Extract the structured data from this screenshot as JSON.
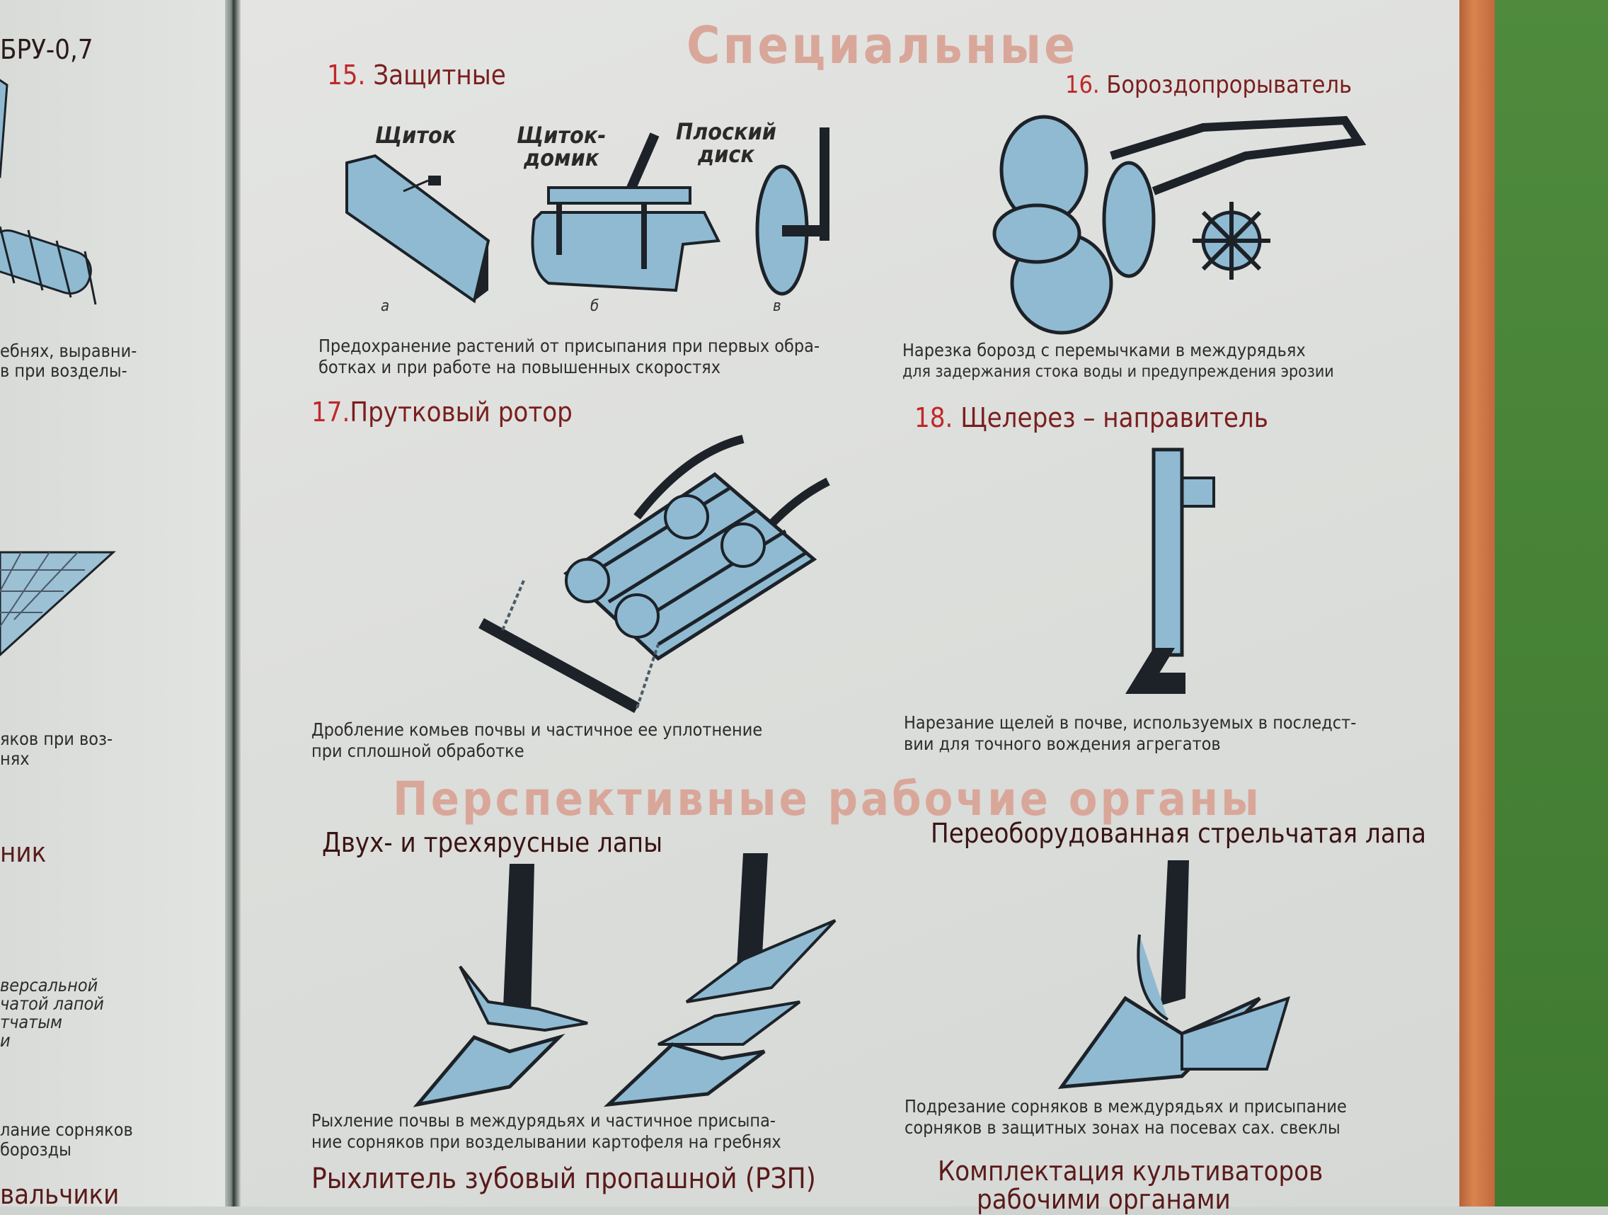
{
  "left_panel": {
    "title_fragment": "БРУ-0,7",
    "text1": [
      "ебнях, выравни-",
      "в при возделы-"
    ],
    "text2": [
      "яков при воз-",
      "нях"
    ],
    "heading_fragment": "ник",
    "text3": [
      "версальной",
      "чатой лапой",
      "тчатым",
      "и"
    ],
    "text4": [
      "лание сорняков",
      "борозды"
    ],
    "bottom_fragment": "вальчики"
  },
  "poster": {
    "section_title": "Специальные",
    "item15": {
      "number": "15.",
      "title": "Защитные",
      "parts": [
        {
          "label": "Щиток",
          "letter": "а"
        },
        {
          "label": "Щиток-\nдомик",
          "letter": "б"
        },
        {
          "label": "Плоский\nдиск",
          "letter": "в"
        }
      ],
      "description": [
        "Предохранение растений от присыпания при первых обра-",
        "ботках и при работе на повышенных скоростях"
      ]
    },
    "item16": {
      "number": "16.",
      "title": "Бороздопрорыватель",
      "description": [
        "Нарезка борозд с перемычками в междурядьях",
        "для задержания стока воды и предупреждения эрозии"
      ]
    },
    "item17": {
      "number": "17.",
      "title": "Прутковый ротор",
      "description": [
        "Дробление комьев почвы и частичное ее уплотнение",
        "при сплошной обработке"
      ]
    },
    "item18": {
      "number": "18.",
      "title": "Щелерез – направитель",
      "description": [
        "Нарезание щелей в почве, используемых в последст-",
        "вии для точного вождения агрегатов"
      ]
    },
    "section2_title": "Перспективные рабочие органы",
    "tiered": {
      "title": "Двух- и трехярусные лапы",
      "description": [
        "Рыхление почвы в междурядьях и частичное присыпа-",
        "ние сорняков при возделывании картофеля на гребнях"
      ]
    },
    "modified": {
      "title": "Переоборудованная стрельчатая лапа",
      "description": [
        "Подрезание сорняков в междурядьях и присыпание",
        "сорняков в защитных зонах на посевах сах. свеклы"
      ]
    },
    "bottom_left_title": "Рыхлитель зубовый пропашной (РЗП)",
    "bottom_right_title": [
      "Комплектация культиваторов",
      "рабочими органами"
    ]
  },
  "colors": {
    "illustration_blue": "#8fbad2",
    "outline": "#1c2228",
    "title_red": "#7a1e1e",
    "pink": "#d9a79a",
    "frame": "#d07a47",
    "wall": "#4a853a"
  }
}
